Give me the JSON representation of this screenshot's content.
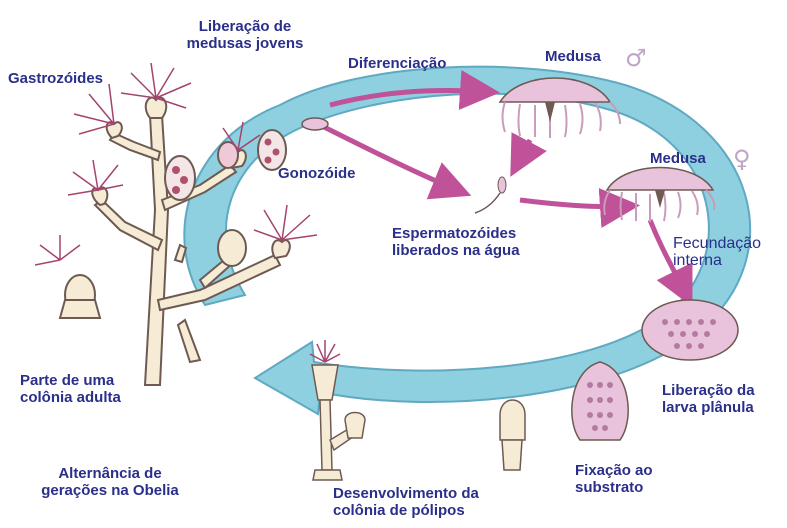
{
  "diagram": {
    "title_lines": [
      "Alternância de",
      "gerações na Obelia"
    ],
    "labels": {
      "gastrozoides": "Gastrozóides",
      "liberacao_medusas": [
        "Liberação de",
        "medusas jovens"
      ],
      "diferenciacao": "Diferenciação",
      "medusa_macho": "Medusa",
      "medusa_femea": "Medusa",
      "gonozoide": "Gonozóide",
      "espermatozoides": [
        "Espermatozóides",
        "liberados na água"
      ],
      "fecundacao": [
        "Fecundação",
        "interna"
      ],
      "liberacao_larva": [
        "Liberação da",
        "larva plânula"
      ],
      "fixacao": [
        "Fixação ao",
        "substrato"
      ],
      "desenvolvimento": [
        "Desenvolvimento da",
        "colônia de pólipos"
      ],
      "parte_colonia": [
        "Parte de uma",
        "colônia adulta"
      ]
    },
    "symbols": {
      "male": "♂",
      "female": "♀"
    },
    "colors": {
      "label_text": "#2a2f8a",
      "cycle_arrow": "#8ecfe0",
      "cycle_arrow_edge": "#5fa9c2",
      "pink_arrow": "#c0529a",
      "colony_stalk": "#f6ecd6",
      "colony_outline": "#6e5a52",
      "tentacle": "#a5436f",
      "medusa_body": "#e9c3dc",
      "symbol": "#c0a5c9"
    }
  }
}
